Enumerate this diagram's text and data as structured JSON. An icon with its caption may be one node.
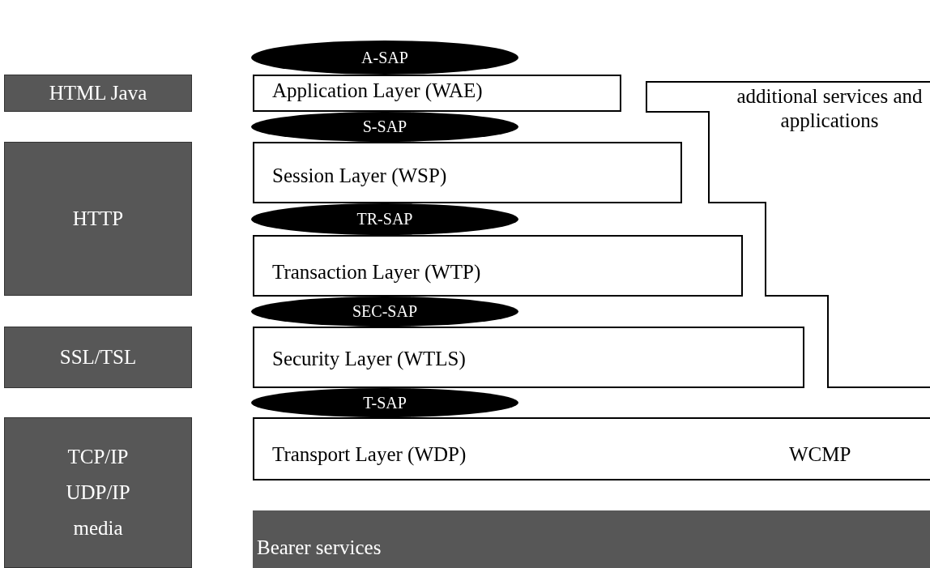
{
  "diagram": {
    "nodes": [
      {
        "text": [
          "HTML Java"
        ]
      },
      {
        "text": [
          "HTTP"
        ]
      },
      {
        "text": [
          "SSL/TSL"
        ]
      },
      {
        "text": [
          "TCP/IP UDP/IP media"
        ]
      },
      {
        "text": [
          "A-SAP"
        ]
      },
      {
        "text": [
          "Application Layer (WAE)"
        ]
      },
      {
        "text": [
          "additional services and applications"
        ]
      },
      {
        "text": [
          "S-SAP"
        ]
      },
      {
        "text": [
          "Session Layer (WSP)"
        ]
      },
      {
        "text": [
          "TR-SAP"
        ]
      },
      {
        "text": [
          "Transaction Layer (WTP)"
        ]
      },
      {
        "text": [
          "SEC-SAP"
        ]
      },
      {
        "text": [
          "Security Layer (WTLS)"
        ]
      },
      {
        "text": [
          "T-SAP"
        ]
      },
      {
        "text": [
          "Transport Layer (WDP)",
          "WCMP"
        ]
      },
      {
        "text": [
          "Bearer services"
        ]
      }
    ]
  }
}
